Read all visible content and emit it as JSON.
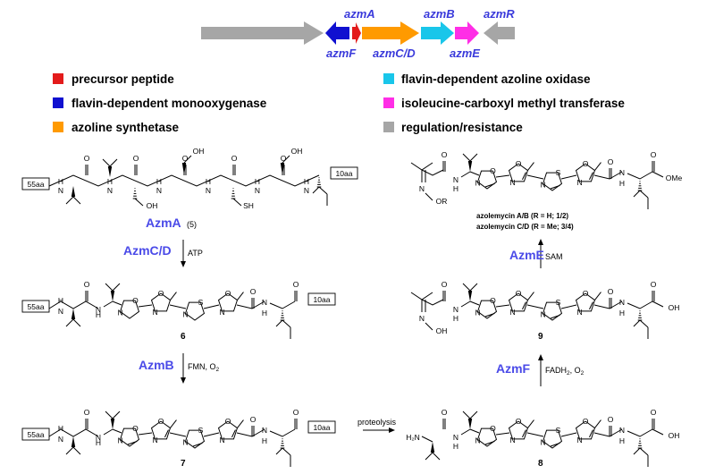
{
  "gene_cluster": {
    "genes": [
      {
        "id": "gray1",
        "label": "",
        "color": "#a6a6a6",
        "dir": "right"
      },
      {
        "id": "azmF",
        "label": "azmF",
        "color": "#1010d0",
        "dir": "left"
      },
      {
        "id": "azmA",
        "label": "azmA",
        "color": "#e31b1b",
        "dir": "right"
      },
      {
        "id": "azmCD",
        "label": "azmC/D",
        "color": "#ff9a00",
        "dir": "right"
      },
      {
        "id": "azmB",
        "label": "azmB",
        "color": "#19c6ea",
        "dir": "right"
      },
      {
        "id": "azmE",
        "label": "azmE",
        "color": "#ff2ee6",
        "dir": "right"
      },
      {
        "id": "azmR",
        "label": "azmR",
        "color": "#a6a6a6",
        "dir": "left"
      }
    ]
  },
  "legend": [
    {
      "color": "#e31b1b",
      "text": "precursor peptide"
    },
    {
      "color": "#1010d0",
      "text": "flavin-dependent monooxygenase"
    },
    {
      "color": "#ff9a00",
      "text": "azoline synthetase"
    },
    {
      "color": "#19c6ea",
      "text": "flavin-dependent azoline oxidase"
    },
    {
      "color": "#ff2ee6",
      "text": "isoleucine-carboxyl methyl transferase"
    },
    {
      "color": "#a6a6a6",
      "text": "regulation/resistance"
    }
  ],
  "scheme": {
    "azmA_label": "AzmA",
    "azmA_ref": "(5)",
    "step1_enzyme": "AzmC/D",
    "step1_cond": "ATP",
    "step2_enzyme": "AzmB",
    "step2_cond": "FMN, O",
    "step3_cond": "proteolysis",
    "step4_enzyme": "AzmF",
    "step4_cond": "FADH",
    "step5_enzyme": "AzmE",
    "step5_cond": "SAM",
    "cpd6": "6",
    "cpd7": "7",
    "cpd8": "8",
    "cpd9": "9",
    "product_line1": "azolemycin A/B (R = H; 1/2)",
    "product_line2": "azolemycin C/D (R = Me; 3/4)",
    "box_left": "55aa",
    "box_right": "10aa",
    "atom_H": "H",
    "atom_N": "N",
    "atom_O": "O",
    "atom_S": "S",
    "atom_OH": "OH",
    "atom_SH": "SH",
    "atom_H2N": "H₂N",
    "atom_OMe": "OMe",
    "atom_OR": "OR"
  }
}
